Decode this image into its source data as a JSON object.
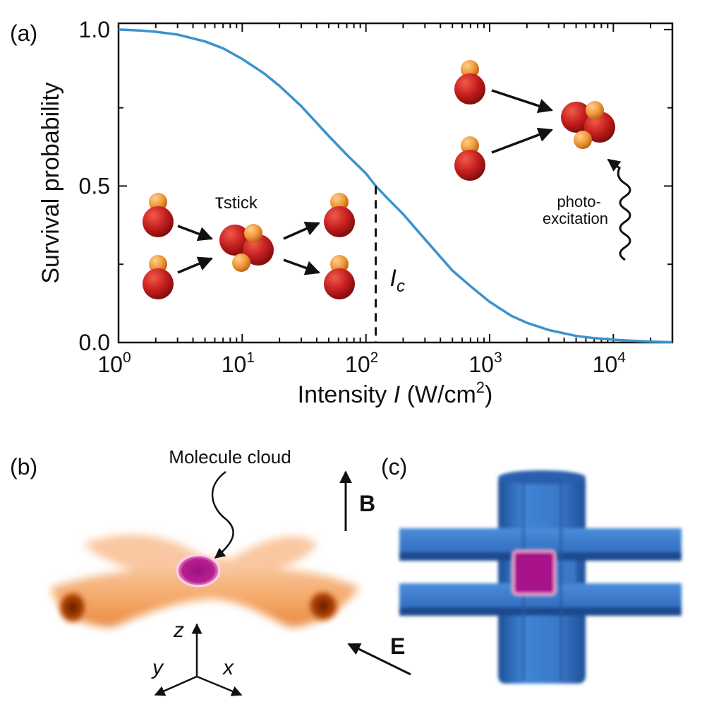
{
  "panels": {
    "a": "(a)",
    "b": "(b)",
    "c": "(c)"
  },
  "chart_data": {
    "type": "line",
    "xscale": "log",
    "xlim": [
      1,
      30000
    ],
    "ylim": [
      0,
      1.02
    ],
    "xlabel_main": "Intensity ",
    "xlabel_italic": "I",
    "xlabel_unit": " (W/cm",
    "xlabel_sup": "2",
    "xlabel_close": ")",
    "ylabel": "Survival probability",
    "x_tick_base": "10",
    "x_ticks": [
      {
        "value": 1,
        "exp": "0"
      },
      {
        "value": 10,
        "exp": "1"
      },
      {
        "value": 100,
        "exp": "2"
      },
      {
        "value": 1000,
        "exp": "3"
      },
      {
        "value": 10000,
        "exp": "4"
      }
    ],
    "y_ticks": [
      {
        "value": 0.0,
        "label": "0.0"
      },
      {
        "value": 0.5,
        "label": "0.5"
      },
      {
        "value": 1.0,
        "label": "1.0"
      }
    ],
    "y_minor_ticks": [
      0.25,
      0.75
    ],
    "series": [
      {
        "color": "#3b93cc",
        "x": [
          1,
          1.5,
          2,
          3,
          5,
          7,
          10,
          15,
          20,
          30,
          50,
          70,
          100,
          120,
          150,
          200,
          300,
          500,
          700,
          1000,
          1500,
          2000,
          3000,
          5000,
          7000,
          10000,
          15000,
          20000,
          30000
        ],
        "y": [
          1.0,
          0.997,
          0.993,
          0.984,
          0.962,
          0.94,
          0.906,
          0.86,
          0.82,
          0.755,
          0.66,
          0.6,
          0.54,
          0.5,
          0.46,
          0.41,
          0.33,
          0.23,
          0.18,
          0.13,
          0.085,
          0.063,
          0.04,
          0.021,
          0.014,
          0.009,
          0.005,
          0.003,
          0.001
        ]
      }
    ],
    "critical": {
      "x": 120,
      "y": 0.5,
      "label": "I",
      "sub": "c"
    },
    "annotations": {
      "tau": "τ",
      "tau_sub": "stick",
      "photo_line1": "photo-",
      "photo_line2": "excitation"
    }
  },
  "panel_b": {
    "cloud_label": "Molecule cloud",
    "b_field": "B",
    "e_field": "E",
    "axes": {
      "x": "x",
      "y": "y",
      "z": "z"
    }
  },
  "colors": {
    "curve": "#3b93cc",
    "atom_large": "#c41e1e",
    "atom_small": "#f09a3a",
    "beam": "#f5a96a",
    "electrode": "#3a78c8",
    "cloud": "#a8128a"
  }
}
